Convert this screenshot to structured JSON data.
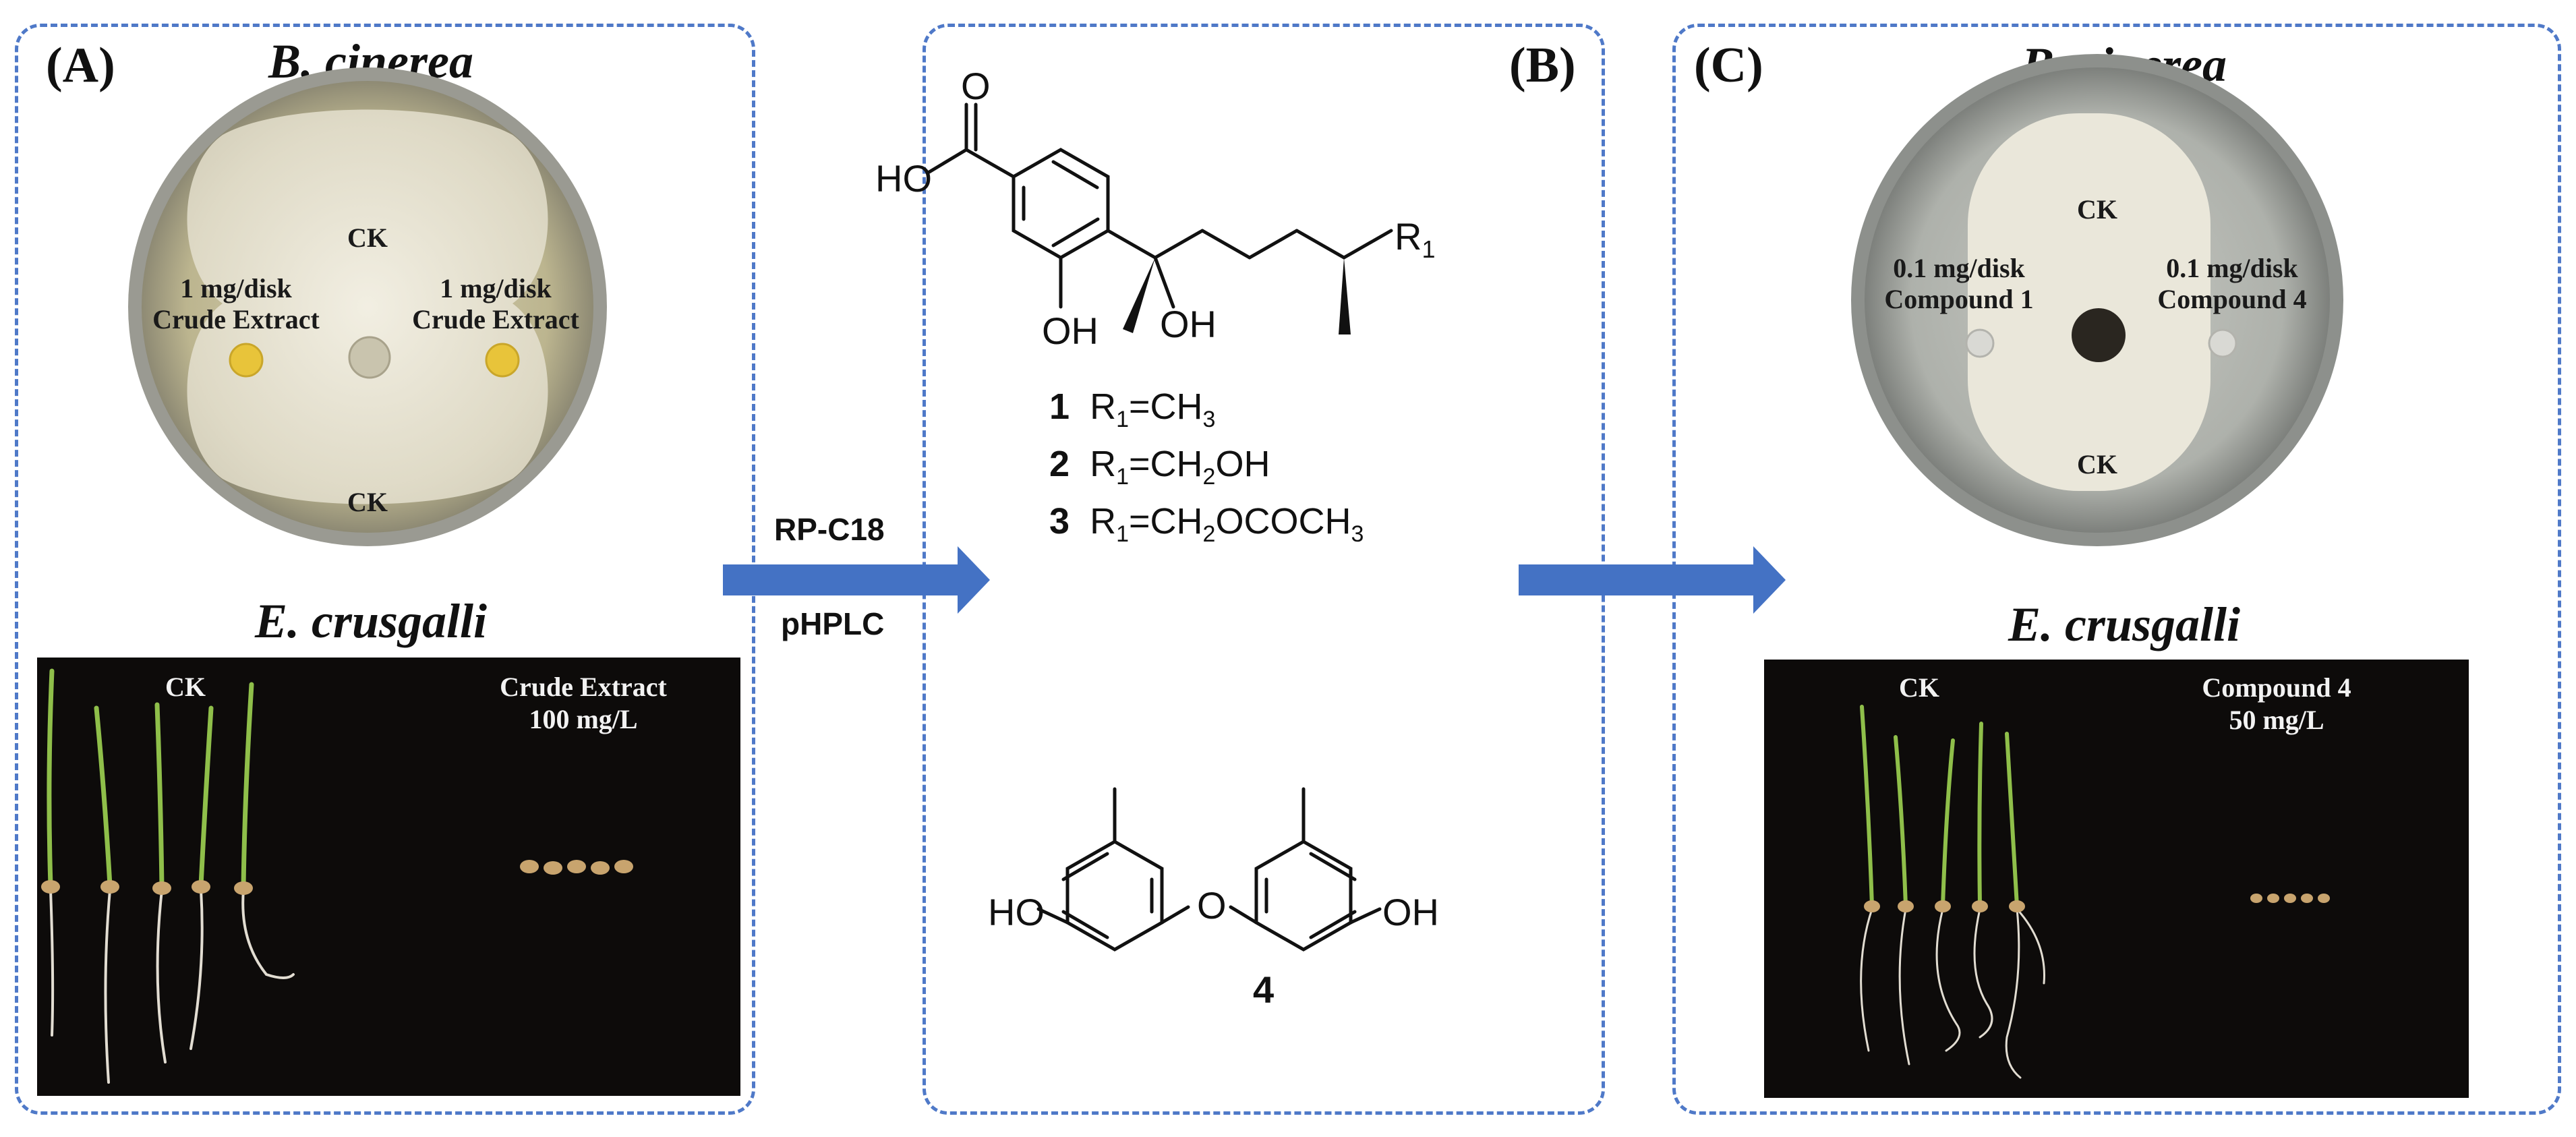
{
  "panel_a": {
    "label": "(A)",
    "species_top": "B. cinerea",
    "plate": {
      "ck_top": "CK",
      "ck_bottom": "CK",
      "left_label": "1 mg/disk\nCrude Extract",
      "right_label": "1 mg/disk\nCrude Extract"
    },
    "species_bottom": "E. crusgalli",
    "photo": {
      "ck": "CK",
      "treated": "Crude Extract\n100 mg/L"
    }
  },
  "arrow1": {
    "top": "RP-C18",
    "bottom": "pHPLC"
  },
  "panel_b": {
    "label": "(B)",
    "struct1": {
      "cooh_o": "O",
      "ho": "HO",
      "oh_ring": "OH",
      "oh_chain": "OH",
      "r1": "R"
    },
    "compounds": [
      {
        "num": "1",
        "r": "R",
        "eq": "=CH",
        "sub": "3",
        "tail": ""
      },
      {
        "num": "2",
        "r": "R",
        "eq": "=CH",
        "sub": "2",
        "tail": "OH"
      },
      {
        "num": "3",
        "r": "R",
        "eq": "=CH",
        "sub": "2",
        "tail": "OCOCH"
      }
    ],
    "struct4": {
      "ho_left": "HO",
      "o_bridge": "O",
      "oh_right": "OH",
      "number": "4"
    }
  },
  "panel_c": {
    "label": "(C)",
    "species_top": "B. cinerea",
    "plate": {
      "ck_top": "CK",
      "ck_bottom": "CK",
      "left_label": "0.1 mg/disk\nCompound 1",
      "right_label": "0.1 mg/disk\nCompound 4"
    },
    "species_bottom": "E. crusgalli",
    "photo": {
      "ck": "CK",
      "treated": "Compound 4\n50 mg/L"
    }
  },
  "colors": {
    "panel_border": "#4f79c8",
    "arrow": "#4472c4"
  }
}
